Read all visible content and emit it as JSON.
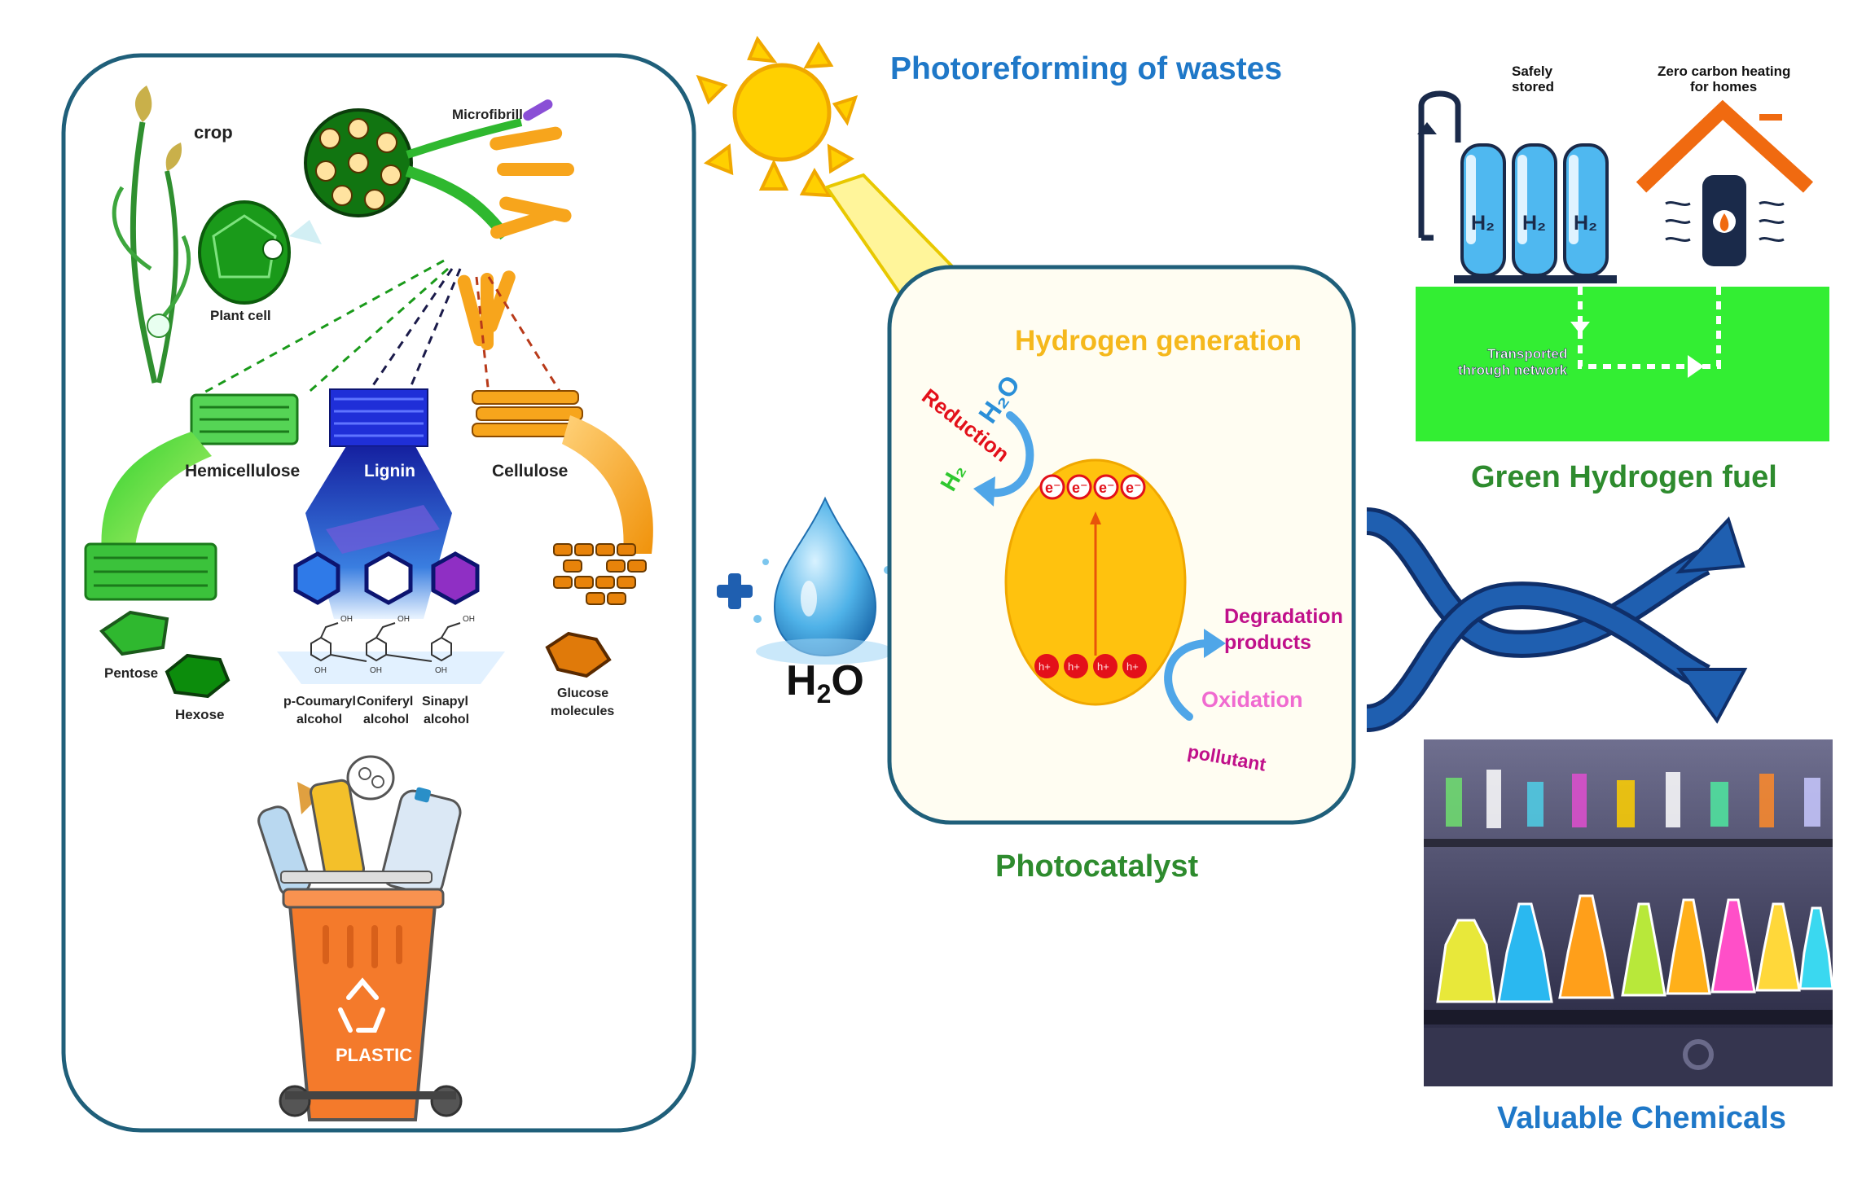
{
  "title": "Photoreforming of wastes",
  "biomass": {
    "crop": "crop",
    "plant_cell": "Plant cell",
    "microfibril": "Microfibrill",
    "hemicellulose": "Hemicellulose",
    "lignin": "Lignin",
    "cellulose": "Cellulose",
    "pentose": "Pentose",
    "hexose": "Hexose",
    "glucose_1": "Glucose",
    "glucose_2": "molecules",
    "p_coumaryl_1": "p-Coumaryl",
    "p_coumaryl_2": "alcohol",
    "coniferyl_1": "Coniferyl",
    "coniferyl_2": "alcohol",
    "sinapyl_1": "Sinapyl",
    "sinapyl_2": "alcohol",
    "oh": "OH"
  },
  "plastic_label": "PLASTIC",
  "water": {
    "h": "H",
    "sub": "2",
    "o": "O"
  },
  "photocatalyst": {
    "heading": "Hydrogen generation",
    "reduction": "Reduction",
    "h2o": "H₂O",
    "h2": "H₂",
    "electron": "e⁻",
    "hole": "h+",
    "degradation_1": "Degradation",
    "degradation_2": "products",
    "oxidation": "Oxidation",
    "pollutant": "pollutant",
    "caption": "Photocatalyst"
  },
  "hydrogen_panel": {
    "safely_1": "Safely",
    "safely_2": "stored",
    "zero_1": "Zero carbon heating",
    "zero_2": "for homes",
    "tank_label": "H₂",
    "transported_1": "Transported",
    "transported_2": "through network",
    "caption": "Green Hydrogen fuel"
  },
  "chemicals_caption": "Valuable Chemicals",
  "colors": {
    "frame": "#1f5f7a",
    "title_blue": "#1f78c8",
    "green_caption": "#2e8b2e",
    "sun": "#ffd000",
    "catalyst_ball": "#ffc20e",
    "arrow_blue": "#1f5fb0",
    "ground_green": "#33ee33",
    "bin_orange": "#f47a2b"
  }
}
